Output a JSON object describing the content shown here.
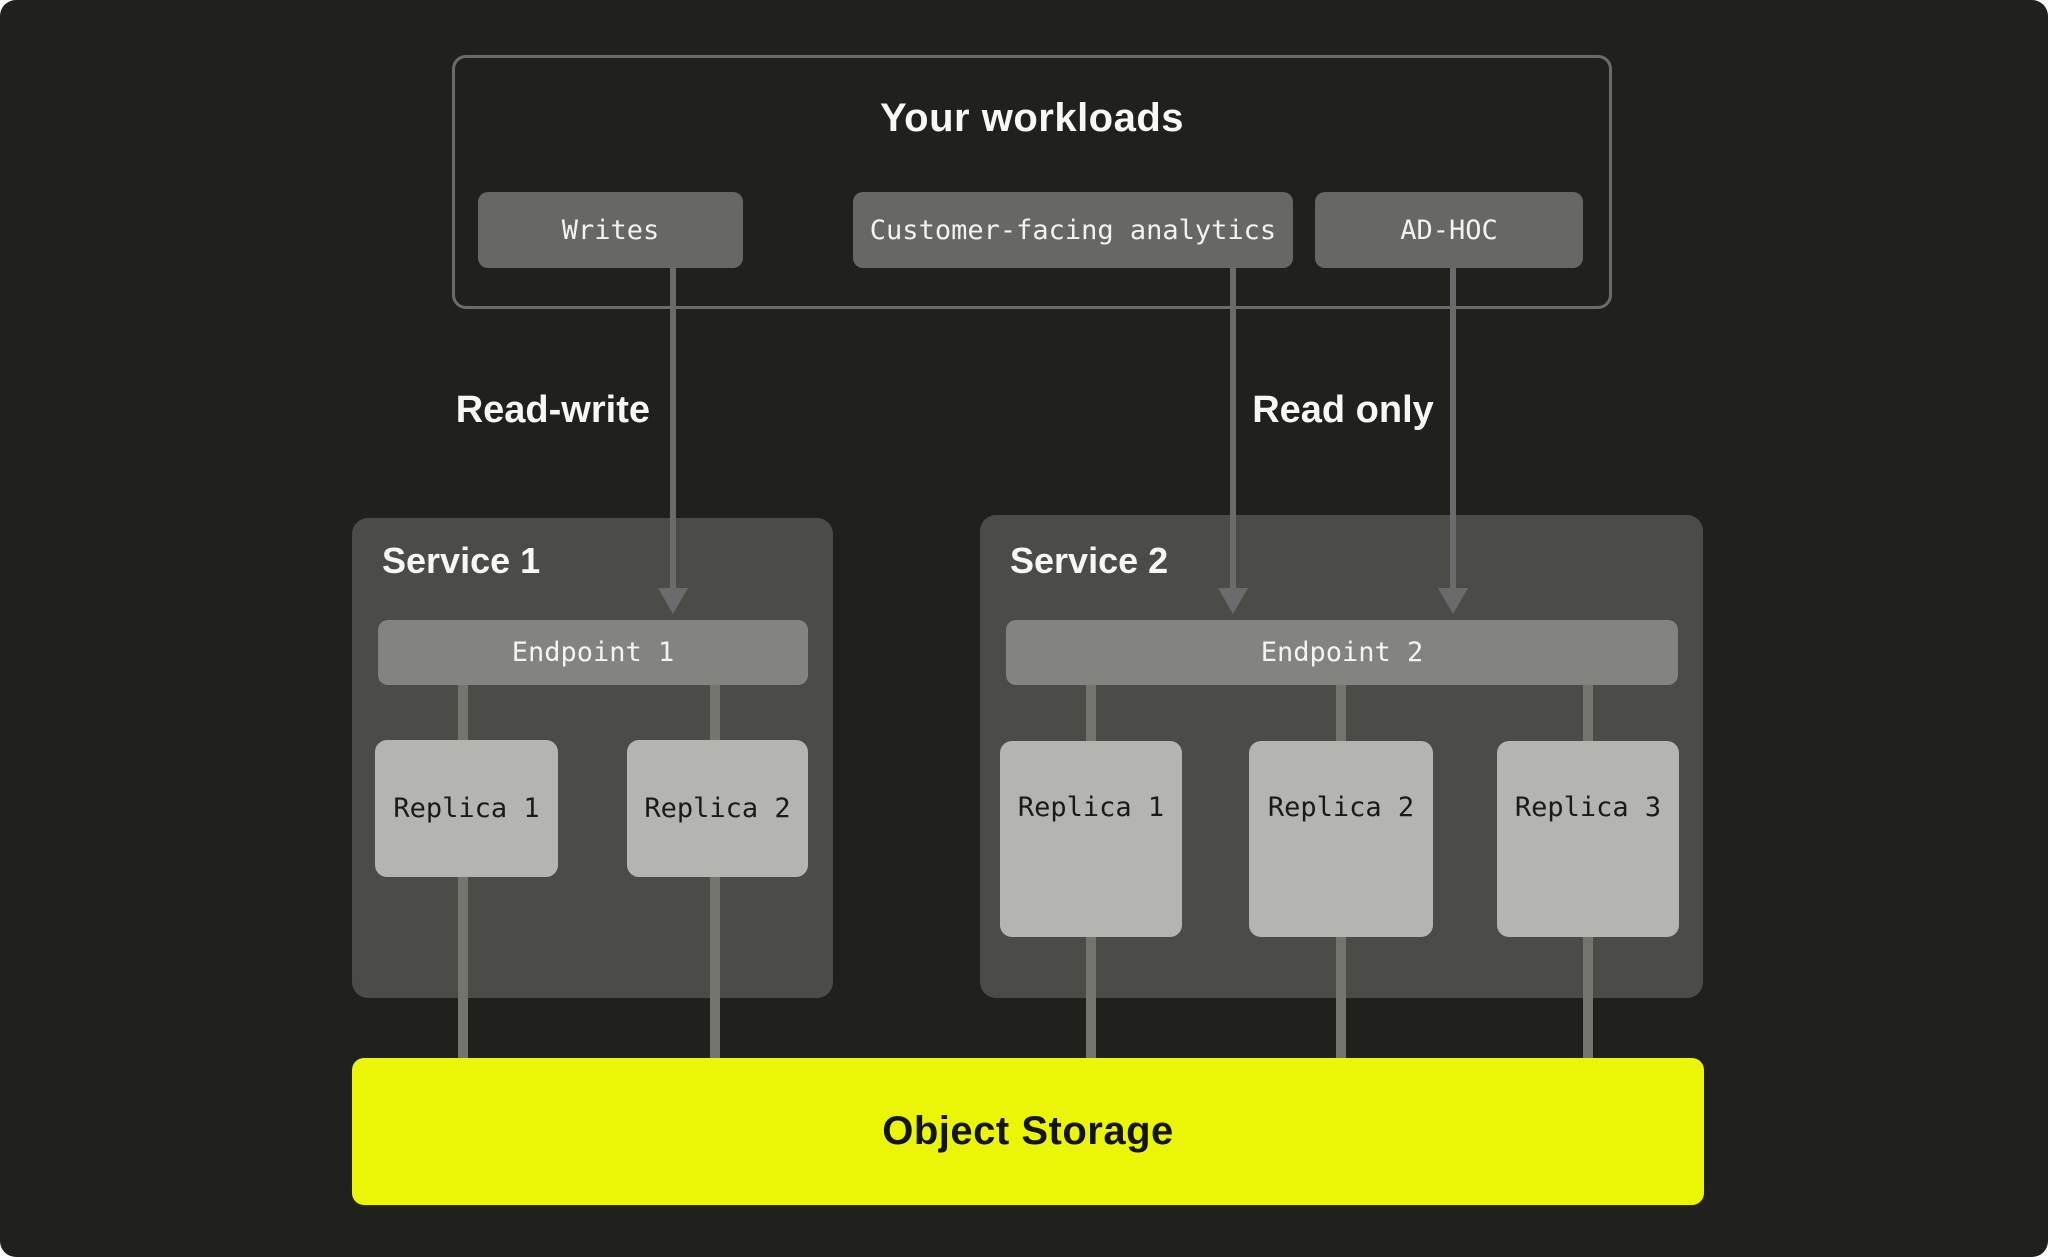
{
  "diagram": {
    "title": "Your workloads",
    "workload_chips": [
      {
        "label": "Writes"
      },
      {
        "label": "Customer-facing analytics"
      },
      {
        "label": "AD-HOC"
      }
    ],
    "flow_labels": {
      "read_write": "Read-write",
      "read_only": "Read only"
    },
    "services": [
      {
        "title": "Service 1",
        "endpoint": "Endpoint 1",
        "replicas": [
          "Replica 1",
          "Replica 2"
        ]
      },
      {
        "title": "Service 2",
        "endpoint": "Endpoint 2",
        "replicas": [
          "Replica 1",
          "Replica 2",
          "Replica 3"
        ]
      }
    ],
    "storage": {
      "label": "Object Storage"
    },
    "colors": {
      "canvas_background": "#20211c",
      "panel_border": "#6b6b6b",
      "chip_background": "#676764",
      "service_background": "#4b4b47",
      "endpoint_background": "#83837f",
      "replica_background": "#b4b4b1",
      "connector": "#74746f",
      "storage_accent": "#eaf606",
      "heading_text": "#f7f7f5"
    }
  }
}
